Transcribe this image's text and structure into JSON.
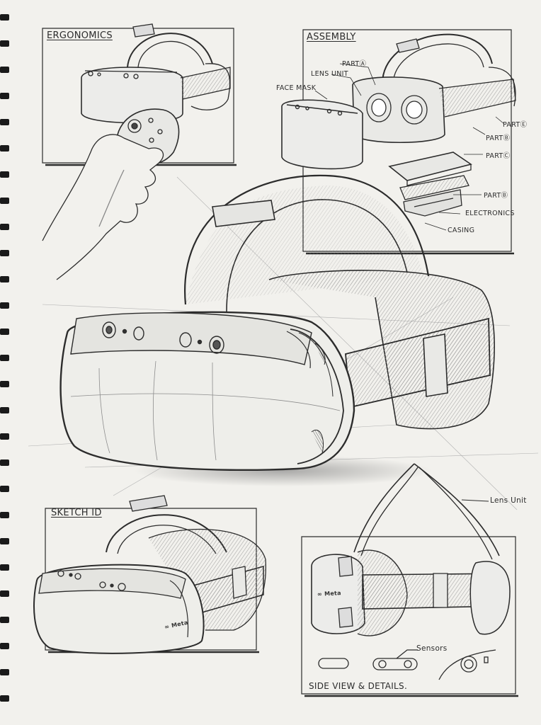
{
  "panels": {
    "ergonomics": {
      "title": "ERGONOMICS"
    },
    "assembly": {
      "title": "ASSEMBLY",
      "labels": {
        "part_a": "PARTⒶ",
        "lens_unit": "LENS UNIT",
        "face_mask": "FACE MASK",
        "part_e": "PARTⒺ",
        "part_b_upper": "PARTⒷ",
        "part_c": "PARTⒸ",
        "part_b_lower": "PARTⒷ",
        "electronics": "ELECTRONICS",
        "casing": "CASING"
      }
    },
    "sketch_id": {
      "title": "SKETCH ID",
      "brand": "∞ Meta"
    },
    "side_view": {
      "title": "SIDE VIEW & DETAILS.",
      "brand": "∞ Meta",
      "sensors_label": "Sensors",
      "lens_unit_label": "Lens Unit"
    }
  },
  "colors": {
    "paper": "#f2f1ed",
    "ink": "#2c2c2c",
    "shade": "#9a9a9a",
    "binding": "#1a1a1a"
  }
}
